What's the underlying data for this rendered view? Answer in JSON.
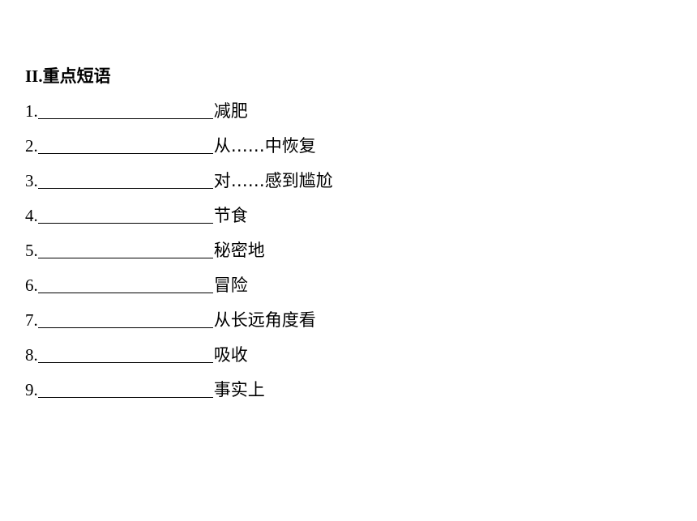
{
  "section": {
    "number": "II.",
    "title": "重点短语"
  },
  "phrases": [
    {
      "num": "1.",
      "meaning": "减肥"
    },
    {
      "num": "2.",
      "meaning": "从……中恢复"
    },
    {
      "num": "3.",
      "meaning": "对……感到尴尬"
    },
    {
      "num": "4.",
      "meaning": "节食"
    },
    {
      "num": "5.",
      "meaning": "秘密地"
    },
    {
      "num": "6.",
      "meaning": "冒险"
    },
    {
      "num": "7.",
      "meaning": "从长远角度看"
    },
    {
      "num": "8.",
      "meaning": "吸收"
    },
    {
      "num": "9.",
      "meaning": "事实上"
    }
  ]
}
